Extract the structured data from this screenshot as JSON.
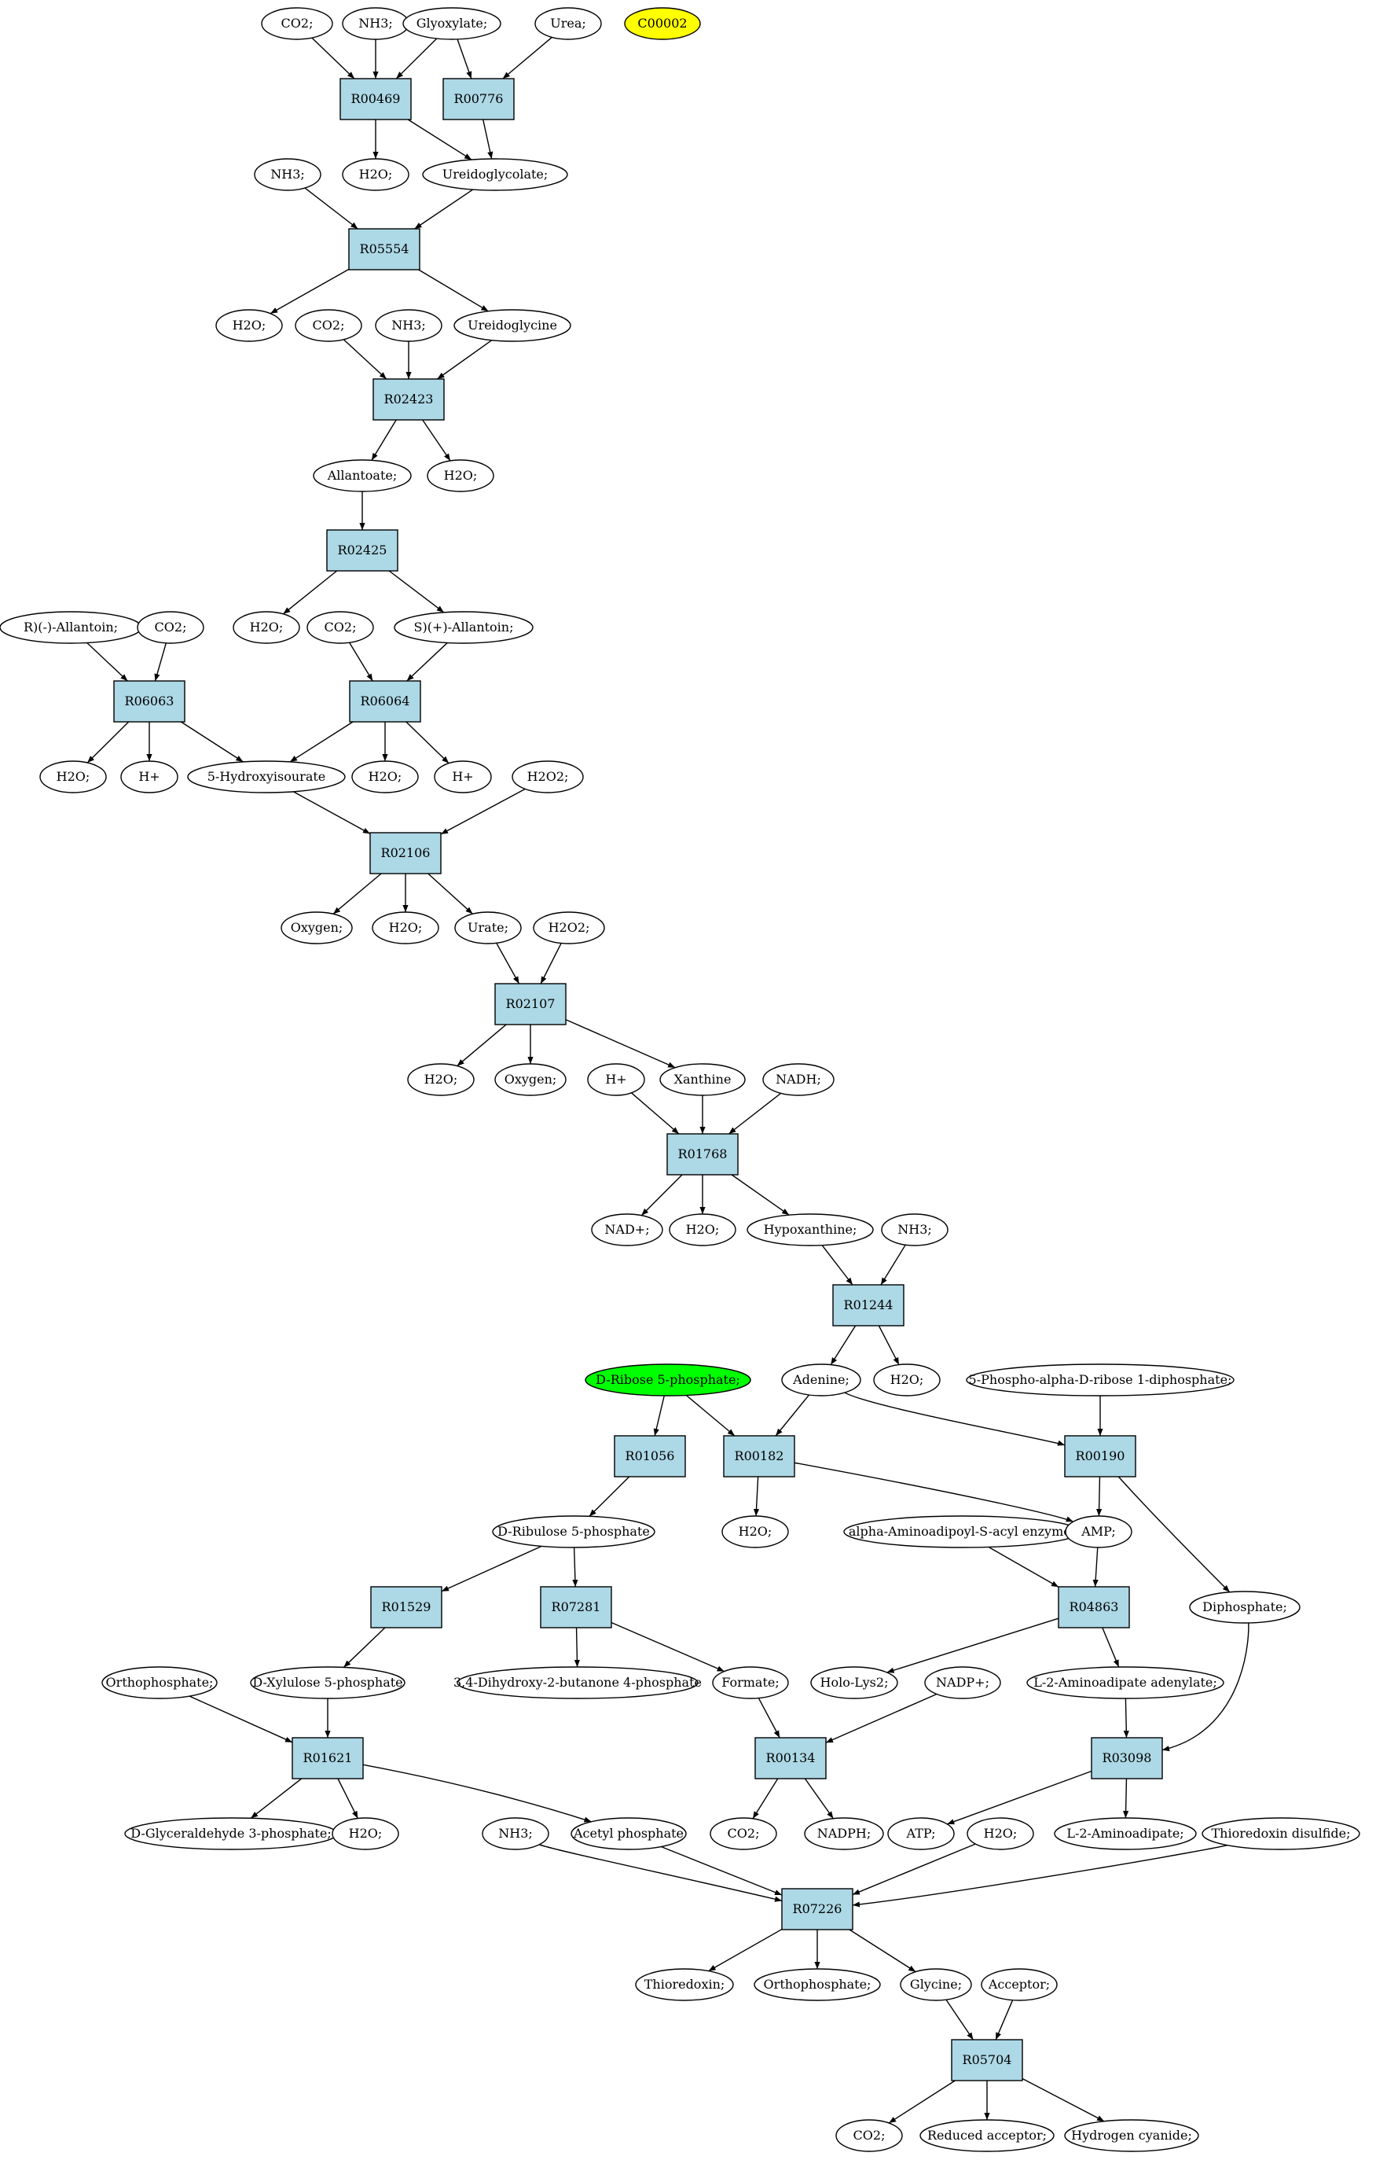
{
  "colors": {
    "reaction_fill": "#add8e6",
    "metabolite_fill": "#ffffff",
    "highlight_yellow": "#ffff00",
    "highlight_green": "#00ff00",
    "edge": "#000000"
  },
  "nodes": [
    {
      "id": "m1",
      "kind": "metabolite",
      "label": "CO2;"
    },
    {
      "id": "m2",
      "kind": "metabolite",
      "label": "NH3;"
    },
    {
      "id": "m3",
      "kind": "metabolite",
      "label": "Glyoxylate;"
    },
    {
      "id": "m4",
      "kind": "metabolite",
      "label": "Urea;"
    },
    {
      "id": "m5",
      "kind": "metabolite",
      "label": "C00002",
      "highlight": "yellow"
    },
    {
      "id": "r1",
      "kind": "reaction",
      "label": "R00469"
    },
    {
      "id": "r2",
      "kind": "reaction",
      "label": "R00776"
    },
    {
      "id": "m6",
      "kind": "metabolite",
      "label": "NH3;"
    },
    {
      "id": "m7",
      "kind": "metabolite",
      "label": "H2O;"
    },
    {
      "id": "m8",
      "kind": "metabolite",
      "label": "Ureidoglycolate;"
    },
    {
      "id": "r3",
      "kind": "reaction",
      "label": "R05554"
    },
    {
      "id": "m9",
      "kind": "metabolite",
      "label": "H2O;"
    },
    {
      "id": "m10",
      "kind": "metabolite",
      "label": "CO2;"
    },
    {
      "id": "m11",
      "kind": "metabolite",
      "label": "NH3;"
    },
    {
      "id": "m12",
      "kind": "metabolite",
      "label": "Ureidoglycine"
    },
    {
      "id": "r4",
      "kind": "reaction",
      "label": "R02423"
    },
    {
      "id": "m13",
      "kind": "metabolite",
      "label": "Allantoate;"
    },
    {
      "id": "m14",
      "kind": "metabolite",
      "label": "H2O;"
    },
    {
      "id": "r5",
      "kind": "reaction",
      "label": "R02425"
    },
    {
      "id": "m15",
      "kind": "metabolite",
      "label": "R)(-)-Allantoin;"
    },
    {
      "id": "m16",
      "kind": "metabolite",
      "label": "CO2;"
    },
    {
      "id": "m17",
      "kind": "metabolite",
      "label": "H2O;"
    },
    {
      "id": "m18",
      "kind": "metabolite",
      "label": "CO2;"
    },
    {
      "id": "m19",
      "kind": "metabolite",
      "label": "S)(+)-Allantoin;"
    },
    {
      "id": "r6",
      "kind": "reaction",
      "label": "R06063"
    },
    {
      "id": "r7",
      "kind": "reaction",
      "label": "R06064"
    },
    {
      "id": "m20",
      "kind": "metabolite",
      "label": "H2O;"
    },
    {
      "id": "m21",
      "kind": "metabolite",
      "label": "H+"
    },
    {
      "id": "m22",
      "kind": "metabolite",
      "label": "5-Hydroxyisourate"
    },
    {
      "id": "m23",
      "kind": "metabolite",
      "label": "H2O;"
    },
    {
      "id": "m24",
      "kind": "metabolite",
      "label": "H+"
    },
    {
      "id": "m25",
      "kind": "metabolite",
      "label": "H2O2;"
    },
    {
      "id": "r8",
      "kind": "reaction",
      "label": "R02106"
    },
    {
      "id": "m26",
      "kind": "metabolite",
      "label": "Oxygen;"
    },
    {
      "id": "m27",
      "kind": "metabolite",
      "label": "H2O;"
    },
    {
      "id": "m28",
      "kind": "metabolite",
      "label": "Urate;"
    },
    {
      "id": "m29",
      "kind": "metabolite",
      "label": "H2O2;"
    },
    {
      "id": "r9",
      "kind": "reaction",
      "label": "R02107"
    },
    {
      "id": "m30",
      "kind": "metabolite",
      "label": "H2O;"
    },
    {
      "id": "m31",
      "kind": "metabolite",
      "label": "Oxygen;"
    },
    {
      "id": "m32",
      "kind": "metabolite",
      "label": "H+"
    },
    {
      "id": "m33",
      "kind": "metabolite",
      "label": "Xanthine"
    },
    {
      "id": "m34",
      "kind": "metabolite",
      "label": "NADH;"
    },
    {
      "id": "r10",
      "kind": "reaction",
      "label": "R01768"
    },
    {
      "id": "m35",
      "kind": "metabolite",
      "label": "NAD+;"
    },
    {
      "id": "m36",
      "kind": "metabolite",
      "label": "H2O;"
    },
    {
      "id": "m37",
      "kind": "metabolite",
      "label": "Hypoxanthine;"
    },
    {
      "id": "m38",
      "kind": "metabolite",
      "label": "NH3;"
    },
    {
      "id": "r11",
      "kind": "reaction",
      "label": "R01244"
    },
    {
      "id": "m39",
      "kind": "metabolite",
      "label": "D-Ribose 5-phosphate;",
      "highlight": "green"
    },
    {
      "id": "m40",
      "kind": "metabolite",
      "label": "Adenine;"
    },
    {
      "id": "m41",
      "kind": "metabolite",
      "label": "H2O;"
    },
    {
      "id": "m42",
      "kind": "metabolite",
      "label": "5-Phospho-alpha-D-ribose 1-diphosphate;"
    },
    {
      "id": "r12",
      "kind": "reaction",
      "label": "R01056"
    },
    {
      "id": "r13",
      "kind": "reaction",
      "label": "R00182"
    },
    {
      "id": "r14",
      "kind": "reaction",
      "label": "R00190"
    },
    {
      "id": "m43",
      "kind": "metabolite",
      "label": "D-Ribulose 5-phosphate"
    },
    {
      "id": "m44",
      "kind": "metabolite",
      "label": "H2O;"
    },
    {
      "id": "m45",
      "kind": "metabolite",
      "label": "alpha-Aminoadipoyl-S-acyl enzyme;"
    },
    {
      "id": "m46",
      "kind": "metabolite",
      "label": "AMP;"
    },
    {
      "id": "r15",
      "kind": "reaction",
      "label": "R01529"
    },
    {
      "id": "r16",
      "kind": "reaction",
      "label": "R07281"
    },
    {
      "id": "r17",
      "kind": "reaction",
      "label": "R04863"
    },
    {
      "id": "m47",
      "kind": "metabolite",
      "label": "Diphosphate;"
    },
    {
      "id": "m48",
      "kind": "metabolite",
      "label": "Orthophosphate;"
    },
    {
      "id": "m49",
      "kind": "metabolite",
      "label": "D-Xylulose 5-phosphate"
    },
    {
      "id": "m50",
      "kind": "metabolite",
      "label": "3,4-Dihydroxy-2-butanone 4-phosphate"
    },
    {
      "id": "m51",
      "kind": "metabolite",
      "label": "Formate;"
    },
    {
      "id": "m52",
      "kind": "metabolite",
      "label": "Holo-Lys2;"
    },
    {
      "id": "m53",
      "kind": "metabolite",
      "label": "NADP+;"
    },
    {
      "id": "m54",
      "kind": "metabolite",
      "label": "L-2-Aminoadipate adenylate;"
    },
    {
      "id": "r18",
      "kind": "reaction",
      "label": "R01621"
    },
    {
      "id": "r19",
      "kind": "reaction",
      "label": "R00134"
    },
    {
      "id": "r20",
      "kind": "reaction",
      "label": "R03098"
    },
    {
      "id": "m55",
      "kind": "metabolite",
      "label": "D-Glyceraldehyde 3-phosphate;"
    },
    {
      "id": "m56",
      "kind": "metabolite",
      "label": "H2O;"
    },
    {
      "id": "m57",
      "kind": "metabolite",
      "label": "NH3;"
    },
    {
      "id": "m58",
      "kind": "metabolite",
      "label": "Acetyl phosphate"
    },
    {
      "id": "m59",
      "kind": "metabolite",
      "label": "CO2;"
    },
    {
      "id": "m60",
      "kind": "metabolite",
      "label": "NADPH;"
    },
    {
      "id": "m61",
      "kind": "metabolite",
      "label": "ATP;"
    },
    {
      "id": "m62",
      "kind": "metabolite",
      "label": "H2O;"
    },
    {
      "id": "m63",
      "kind": "metabolite",
      "label": "L-2-Aminoadipate;"
    },
    {
      "id": "m64",
      "kind": "metabolite",
      "label": "Thioredoxin disulfide;"
    },
    {
      "id": "r21",
      "kind": "reaction",
      "label": "R07226"
    },
    {
      "id": "m65",
      "kind": "metabolite",
      "label": "Thioredoxin;"
    },
    {
      "id": "m66",
      "kind": "metabolite",
      "label": "Orthophosphate;"
    },
    {
      "id": "m67",
      "kind": "metabolite",
      "label": "Glycine;"
    },
    {
      "id": "m68",
      "kind": "metabolite",
      "label": "Acceptor;"
    },
    {
      "id": "r22",
      "kind": "reaction",
      "label": "R05704"
    },
    {
      "id": "m69",
      "kind": "metabolite",
      "label": "CO2;"
    },
    {
      "id": "m70",
      "kind": "metabolite",
      "label": "Reduced acceptor;"
    },
    {
      "id": "m71",
      "kind": "metabolite",
      "label": "Hydrogen cyanide;"
    }
  ],
  "edges": [
    [
      "m1",
      "r1"
    ],
    [
      "m2",
      "r1"
    ],
    [
      "m3",
      "r1"
    ],
    [
      "m3",
      "r2"
    ],
    [
      "m4",
      "r2"
    ],
    [
      "r1",
      "m7"
    ],
    [
      "r1",
      "m8"
    ],
    [
      "r2",
      "m8"
    ],
    [
      "m6",
      "r3"
    ],
    [
      "m8",
      "r3"
    ],
    [
      "r3",
      "m9"
    ],
    [
      "r3",
      "m12"
    ],
    [
      "m10",
      "r4"
    ],
    [
      "m11",
      "r4"
    ],
    [
      "m12",
      "r4"
    ],
    [
      "r4",
      "m13"
    ],
    [
      "r4",
      "m14"
    ],
    [
      "m13",
      "r5"
    ],
    [
      "r5",
      "m17"
    ],
    [
      "r5",
      "m19"
    ],
    [
      "m15",
      "r6"
    ],
    [
      "m16",
      "r6"
    ],
    [
      "m18",
      "r7"
    ],
    [
      "m19",
      "r7"
    ],
    [
      "r6",
      "m20"
    ],
    [
      "r6",
      "m21"
    ],
    [
      "r6",
      "m22"
    ],
    [
      "r7",
      "m22"
    ],
    [
      "r7",
      "m23"
    ],
    [
      "r7",
      "m24"
    ],
    [
      "m22",
      "r8"
    ],
    [
      "m25",
      "r8"
    ],
    [
      "r8",
      "m26"
    ],
    [
      "r8",
      "m27"
    ],
    [
      "r8",
      "m28"
    ],
    [
      "m28",
      "r9"
    ],
    [
      "m29",
      "r9"
    ],
    [
      "r9",
      "m30"
    ],
    [
      "r9",
      "m31"
    ],
    [
      "r9",
      "m33"
    ],
    [
      "m32",
      "r10"
    ],
    [
      "m33",
      "r10"
    ],
    [
      "m34",
      "r10"
    ],
    [
      "r10",
      "m35"
    ],
    [
      "r10",
      "m36"
    ],
    [
      "r10",
      "m37"
    ],
    [
      "m37",
      "r11"
    ],
    [
      "m38",
      "r11"
    ],
    [
      "r11",
      "m40"
    ],
    [
      "r11",
      "m41"
    ],
    [
      "m39",
      "r12"
    ],
    [
      "m39",
      "r13"
    ],
    [
      "m40",
      "r13"
    ],
    [
      "m40",
      "r14"
    ],
    [
      "m42",
      "r14"
    ],
    [
      "r12",
      "m43"
    ],
    [
      "r13",
      "m44"
    ],
    [
      "r13",
      "m46"
    ],
    [
      "r14",
      "m46"
    ],
    [
      "r14",
      "m47"
    ],
    [
      "m43",
      "r15"
    ],
    [
      "m43",
      "r16"
    ],
    [
      "m45",
      "r17"
    ],
    [
      "m46",
      "r17"
    ],
    [
      "r15",
      "m49"
    ],
    [
      "r16",
      "m50"
    ],
    [
      "r16",
      "m51"
    ],
    [
      "r17",
      "m52"
    ],
    [
      "r17",
      "m54"
    ],
    [
      "m48",
      "r18"
    ],
    [
      "m49",
      "r18"
    ],
    [
      "m51",
      "r19"
    ],
    [
      "m53",
      "r19"
    ],
    [
      "m54",
      "r20"
    ],
    [
      "m47",
      "r20"
    ],
    [
      "r18",
      "m55"
    ],
    [
      "r18",
      "m56"
    ],
    [
      "r18",
      "m58"
    ],
    [
      "r19",
      "m59"
    ],
    [
      "r19",
      "m60"
    ],
    [
      "r20",
      "m61"
    ],
    [
      "r20",
      "m63"
    ],
    [
      "m57",
      "r21"
    ],
    [
      "m58",
      "r21"
    ],
    [
      "m62",
      "r21"
    ],
    [
      "m64",
      "r21"
    ],
    [
      "r21",
      "m65"
    ],
    [
      "r21",
      "m66"
    ],
    [
      "r21",
      "m67"
    ],
    [
      "m67",
      "r22"
    ],
    [
      "m68",
      "r22"
    ],
    [
      "r22",
      "m69"
    ],
    [
      "r22",
      "m70"
    ],
    [
      "r22",
      "m71"
    ]
  ]
}
